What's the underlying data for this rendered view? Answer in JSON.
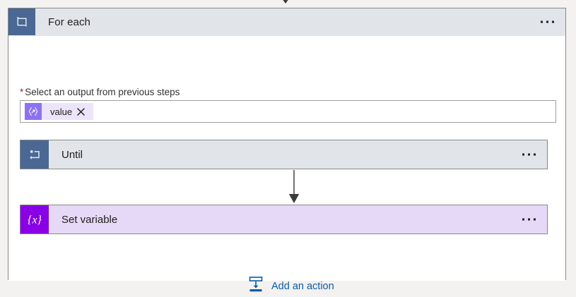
{
  "flow": {
    "scope": {
      "title": "For each",
      "icon": "foreach-loop-icon",
      "more_menu": "…",
      "field": {
        "label_required_marker": "*",
        "label": "Select an output from previous steps",
        "token": {
          "icon": "dynamic-content-icon",
          "text": "value",
          "remove": "×"
        }
      },
      "children": [
        {
          "title": "Until",
          "icon": "until-loop-icon",
          "more_menu": "…",
          "accent": "#4a6893",
          "background": "#e1e5ea"
        },
        {
          "title": "Set variable",
          "icon": "set-variable-icon",
          "more_menu": "…",
          "accent": "#8a00e6",
          "background": "#e6d9f7"
        }
      ],
      "add_action": {
        "label": "Add an action",
        "icon": "insert-action-icon",
        "color": "#0a5ca8"
      }
    }
  },
  "colors": {
    "page_background": "#f3f2f1",
    "card_border": "#8a8886",
    "header_background": "#e1e5ea",
    "scope_accent": "#4a6893",
    "token_accent": "#8d72f0",
    "token_background": "#ece4fb",
    "required_marker": "#a4262c",
    "link": "#0a5ca8",
    "connector": "#605e5c"
  }
}
